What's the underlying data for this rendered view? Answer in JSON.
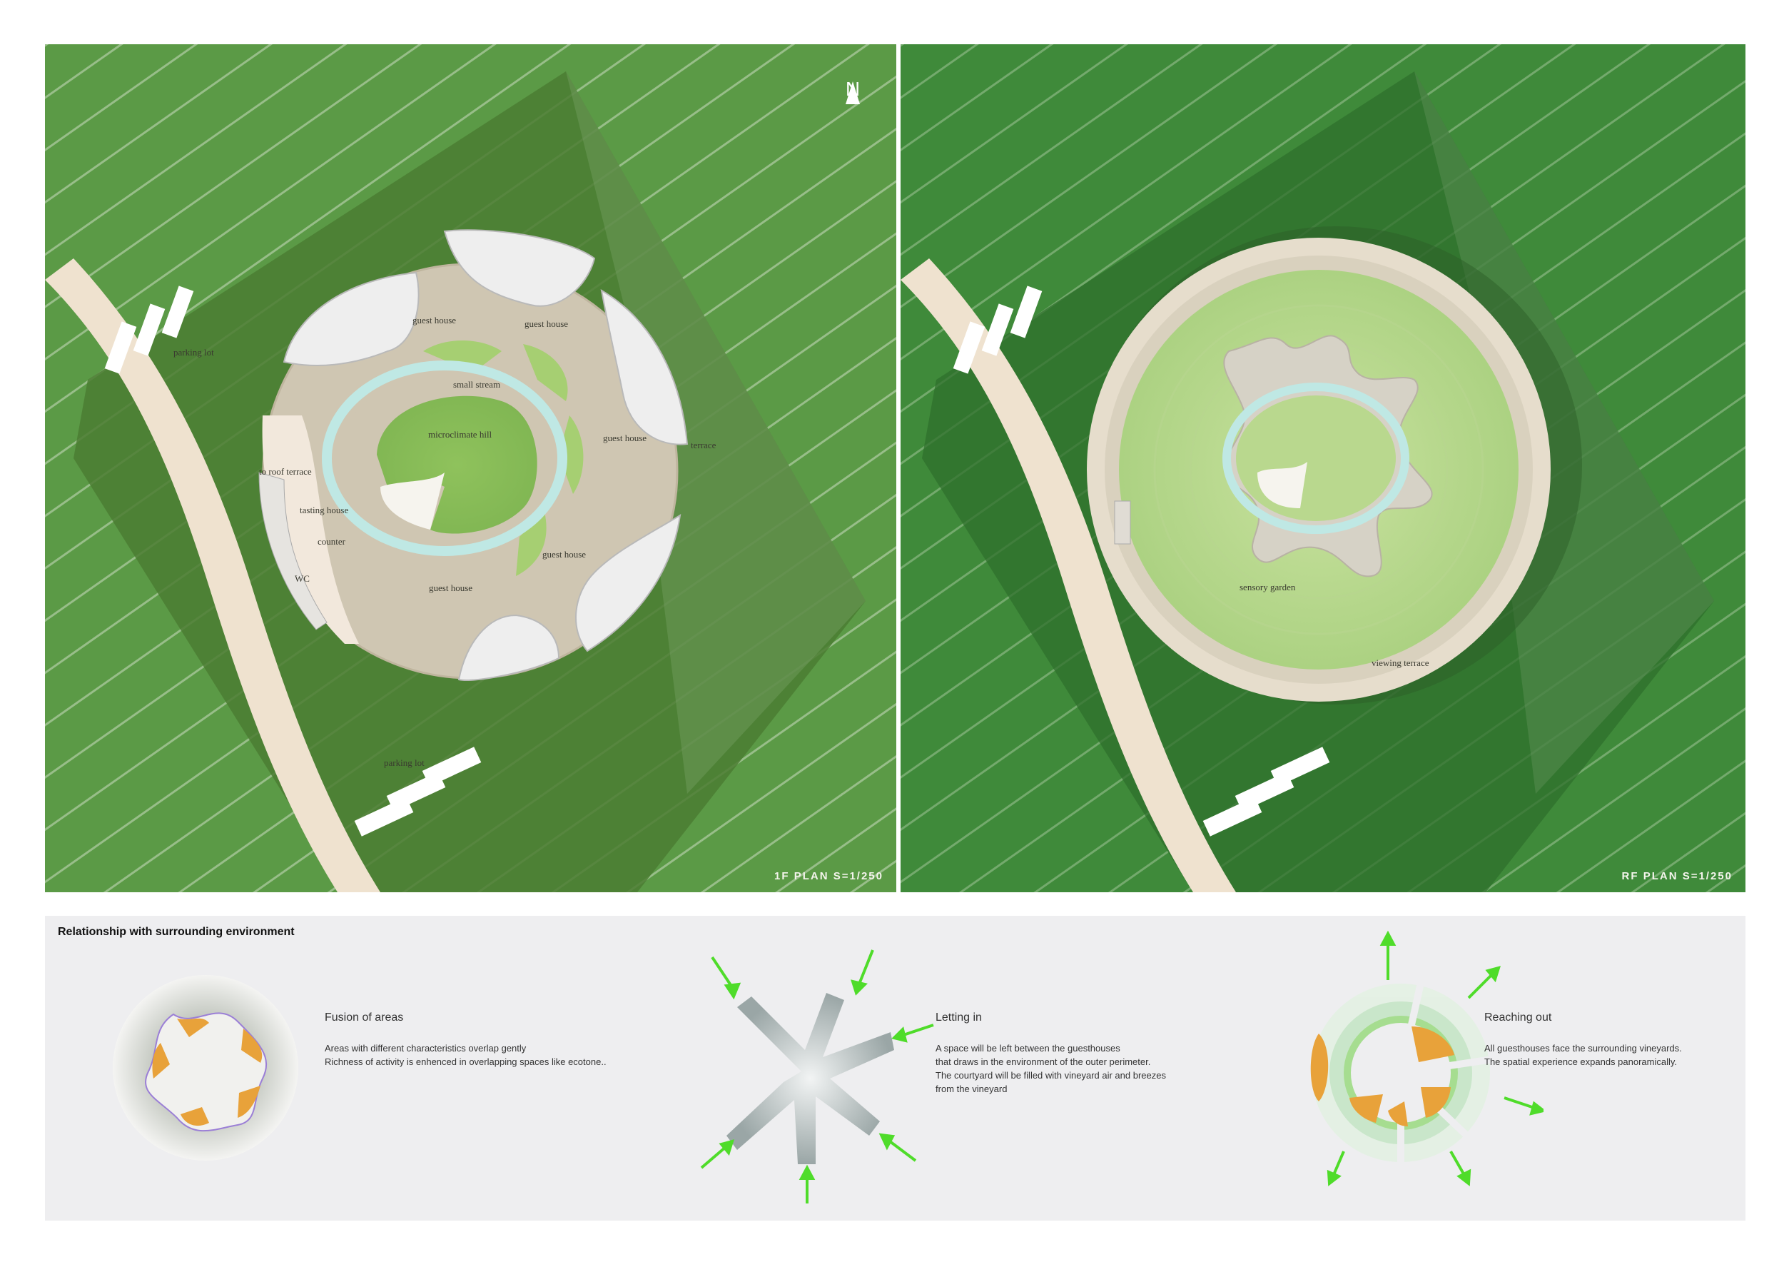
{
  "plans": {
    "first_floor": {
      "title": "1F  PLAN   S=1/250",
      "north": "N",
      "labels": {
        "guest_house_1": "guest house",
        "guest_house_2": "guest house",
        "guest_house_3": "guest house",
        "guest_house_4": "guest house",
        "guest_house_5": "guest house",
        "parking_lot_top": "parking lot",
        "parking_lot_bottom": "parking lot",
        "small_stream": "small stream",
        "microclimate_hill": "microclimate hill",
        "terrace": "terrace",
        "to_roof_terrace": "to roof terrace",
        "tasting_house": "tasting house",
        "counter": "counter",
        "wc": "WC"
      }
    },
    "roof": {
      "title": "RF  PLAN   S=1/250",
      "labels": {
        "sensory_garden": "sensory garden",
        "viewing_terrace": "viewing terrace"
      }
    }
  },
  "relationship": {
    "title": "Relationship with surrounding environment",
    "items": [
      {
        "heading": "Fusion of areas",
        "lines": [
          "Areas with different characteristics overlap gently",
          "Richness of activity is enhenced in overlapping spaces like ecotone.."
        ]
      },
      {
        "heading": "Letting in",
        "lines": [
          "A space will be left between the guesthouses",
          "that draws in the environment of the outer perimeter.",
          "The courtyard will be filled with vineyard air and breezes",
          "from the vineyard"
        ]
      },
      {
        "heading": "Reaching out",
        "lines": [
          "All guesthouses face the surrounding vineyards.",
          "The spatial experience expands panoramically."
        ]
      }
    ]
  },
  "colors": {
    "field_1f": "#5b9a46",
    "field_rf": "#3f8a3a",
    "plaza": "#cfc6b2",
    "arrow_green": "#4fdc2a",
    "orange": "#e8a23a",
    "stream": "#bfe8e4"
  }
}
